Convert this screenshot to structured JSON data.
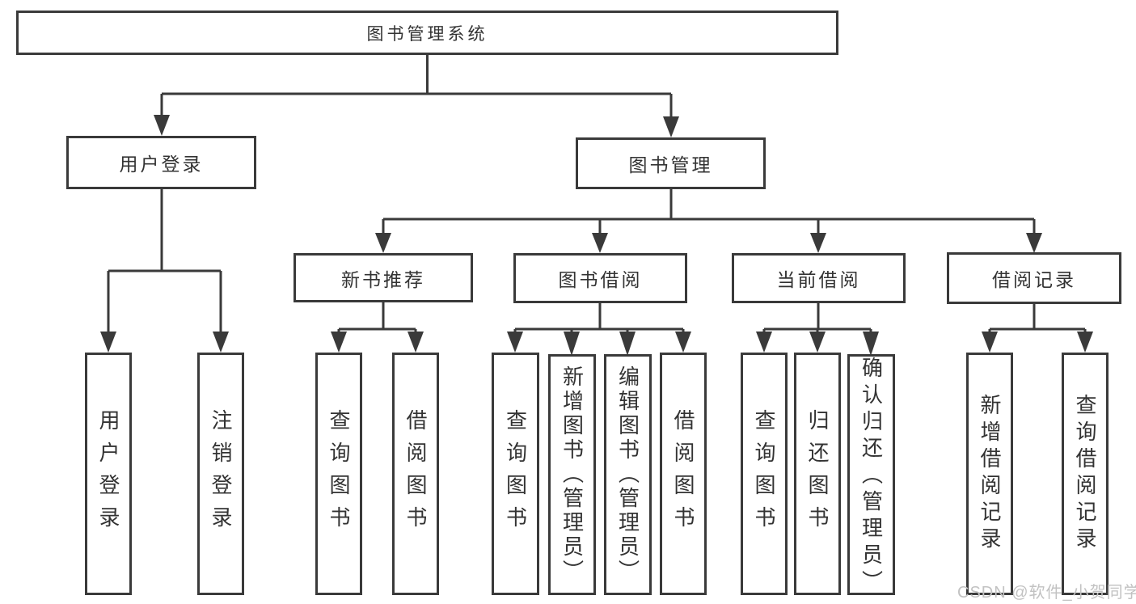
{
  "diagram": {
    "root": {
      "label": "图书管理系统"
    },
    "branches": [
      {
        "label": "用户登录",
        "children": [
          {
            "label": "用户登录"
          },
          {
            "label": "注销登录"
          }
        ]
      },
      {
        "label": "图书管理",
        "children": [
          {
            "label": "新书推荐",
            "children": [
              {
                "label": "查询图书"
              },
              {
                "label": "借阅图书"
              }
            ]
          },
          {
            "label": "图书借阅",
            "children": [
              {
                "label": "查询图书"
              },
              {
                "label": "新增图书（管理员）"
              },
              {
                "label": "编辑图书（管理员）"
              },
              {
                "label": "借阅图书"
              }
            ]
          },
          {
            "label": "当前借阅",
            "children": [
              {
                "label": "查询图书"
              },
              {
                "label": "归还图书"
              },
              {
                "label": "确认归还（管理员）"
              }
            ]
          },
          {
            "label": "借阅记录",
            "children": [
              {
                "label": "新增借阅记录"
              },
              {
                "label": "查询借阅记录"
              }
            ]
          }
        ]
      }
    ],
    "colors": {
      "line": "#3a3a3a",
      "text": "#333333",
      "watermark": "#c2c2c2",
      "background": "#ffffff"
    },
    "watermark": "CSDN @软件_小贺同学"
  }
}
